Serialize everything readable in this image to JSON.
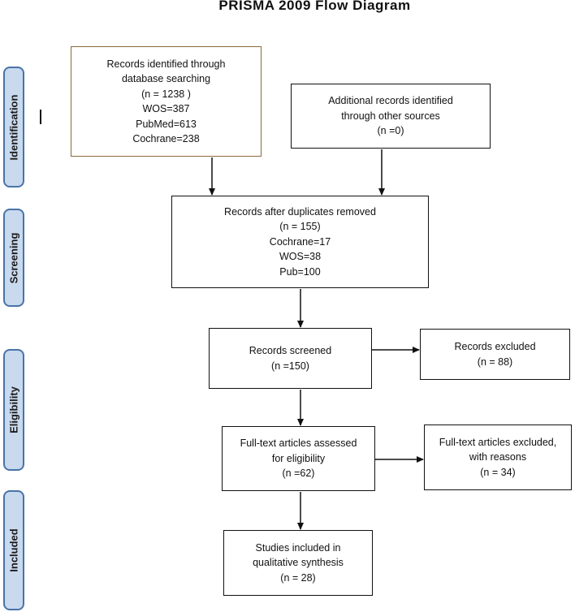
{
  "title": "PRISMA 2009 Flow Diagram",
  "stages": [
    {
      "id": "identification",
      "label": "Identification"
    },
    {
      "id": "screening",
      "label": "Screening"
    },
    {
      "id": "eligibility",
      "label": "Eligibility"
    },
    {
      "id": "included",
      "label": "Included"
    }
  ],
  "boxes": {
    "database": {
      "lines": [
        "Records identified through",
        "database searching",
        "(n = 1238 )",
        "WOS=387",
        "PubMed=613",
        "Cochrane=238"
      ]
    },
    "additional": {
      "lines": [
        "Additional records identified",
        "through other sources",
        "(n =0)"
      ]
    },
    "after_duplicates": {
      "lines": [
        "Records after duplicates removed",
        "(n = 155)",
        "Cochrane=17",
        "WOS=38",
        "Pub=100"
      ]
    },
    "screened": {
      "lines": [
        "Records screened",
        "(n =150)"
      ]
    },
    "excluded": {
      "lines": [
        "Records excluded",
        "(n = 88)"
      ]
    },
    "fulltext_assessed": {
      "lines": [
        "Full-text articles assessed",
        "for eligibility",
        "(n =62)"
      ]
    },
    "fulltext_excluded": {
      "lines": [
        "Full-text articles excluded,",
        "with reasons",
        "(n = 34)"
      ]
    },
    "included": {
      "lines": [
        "Studies included in",
        "qualitative synthesis",
        "(n = 28)"
      ]
    }
  }
}
